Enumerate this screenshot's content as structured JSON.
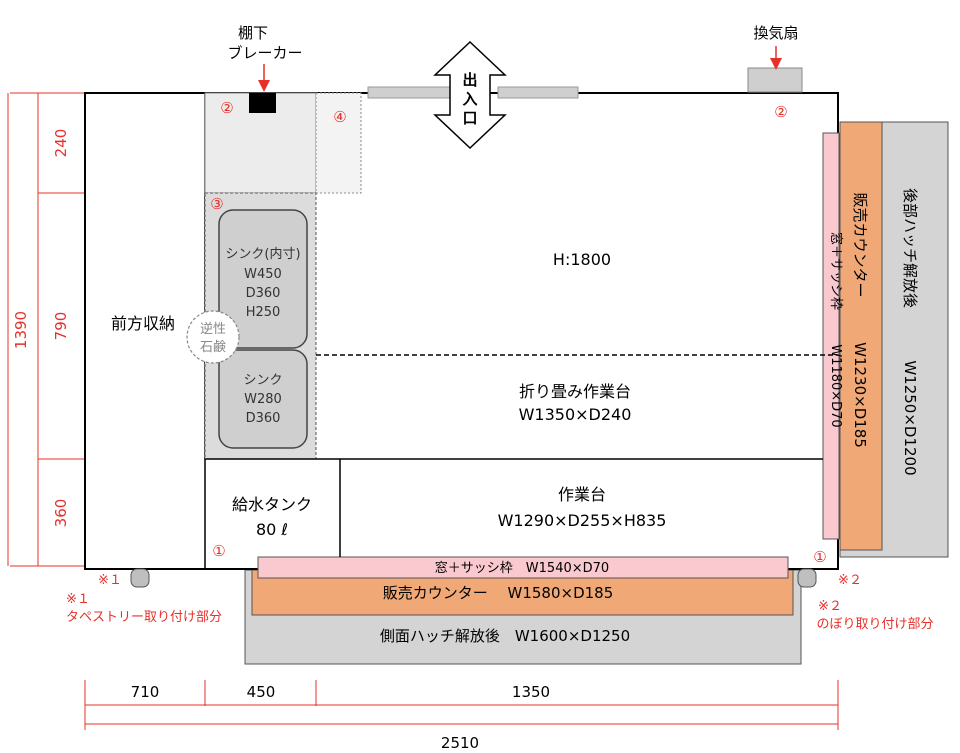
{
  "labels": {
    "breaker_line1": "棚下",
    "breaker_line2": "ブレーカー",
    "fan": "換気扇",
    "entrance_chars": [
      "出",
      "入",
      "口"
    ],
    "front_storage": "前方収納",
    "height": "H:1800",
    "sink_inner": [
      "シンク(内寸)",
      "W450",
      "D360",
      "H250"
    ],
    "sink": [
      "シンク",
      "W280",
      "D360"
    ],
    "soda_chars": [
      "逆性",
      "石鹸"
    ],
    "folding_table": [
      "折り畳み作業台",
      "W1350×D240"
    ],
    "water_tank": [
      "給水タンク",
      "80 ℓ"
    ],
    "work_table": [
      "作業台",
      "W1290×D255×H835"
    ],
    "side_window": "窓＋サッシ枠　W1540×D70",
    "side_counter": "販売カウンター　 W1580×D185",
    "side_hatch": "側面ハッチ解放後　W1600×D1250",
    "rear_window": [
      "窓＋サッシ枠",
      "W1180×D70"
    ],
    "rear_counter": [
      "販売カウンター",
      "W1230×D185"
    ],
    "rear_hatch": [
      "後部ハッチ解放後",
      "W1250×D1200"
    ],
    "note1_mark": "※１",
    "note1": [
      "※１",
      "タペストリー取り付け部分"
    ],
    "note2_mark": "※２",
    "note2": [
      "※２",
      "のぼり取り付け部分"
    ],
    "circled": [
      "①",
      "②",
      "③",
      "④"
    ]
  },
  "dimensions": {
    "left": [
      "240",
      "790",
      "360",
      "1390"
    ],
    "bottom": [
      "710",
      "450",
      "1350",
      "2510"
    ]
  },
  "colors": {
    "dim": "#e8302a",
    "window": "#f9c9cf",
    "counter": "#f1a877",
    "hatch": "#d4d4d4",
    "sink_area": "#dcdcdc",
    "sink_basin": "#cfcfcf"
  }
}
